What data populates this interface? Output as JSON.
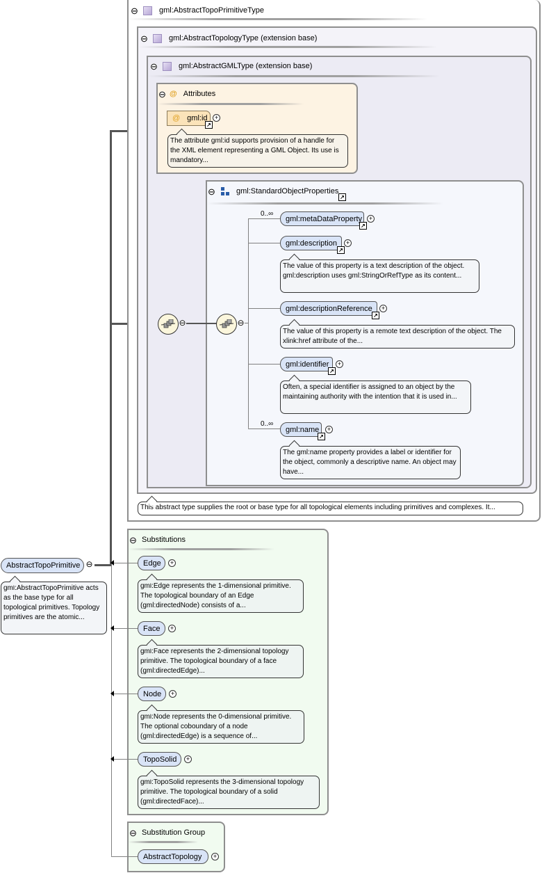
{
  "root_type": {
    "title": "gml:AbstractTopoPrimitiveType",
    "note": "This abstract type supplies the root or base type for all topological elements including primitives and complexes. It..."
  },
  "topology_type": {
    "title": "gml:AbstractTopologyType (extension base)"
  },
  "gml_type": {
    "title": "gml:AbstractGMLType (extension base)"
  },
  "attributes": {
    "title": "Attributes",
    "id_label": "gml:id",
    "id_note": "The attribute gml:id supports provision of a handle for the XML element representing a GML Object. Its use is mandatory..."
  },
  "standard_props": {
    "title": "gml:StandardObjectProperties",
    "items": [
      {
        "label": "gml:metaDataProperty",
        "cardinality": "0..∞",
        "note": ""
      },
      {
        "label": "gml:description",
        "cardinality": "",
        "note": "The value of this property is a text description of the object. gml:description uses gml:StringOrRefType as its content..."
      },
      {
        "label": "gml:descriptionReference",
        "cardinality": "",
        "note": "The value of this property is a remote text description of the object. The xlink:href attribute of the..."
      },
      {
        "label": "gml:identifier",
        "cardinality": "",
        "note": "Often, a special identifier is assigned to an object by the maintaining authority with the intention that it is used in..."
      },
      {
        "label": "gml:name",
        "cardinality": "0..∞",
        "note": "The gml:name property provides a label or identifier for the object, commonly a descriptive name. An object may have..."
      }
    ]
  },
  "main_element": {
    "label": "AbstractTopoPrimitive",
    "note": "gml:AbstractTopoPrimitive acts as the base type for all topological primitives. Topology primitives are the atomic..."
  },
  "substitutions": {
    "title": "Substitutions",
    "items": [
      {
        "label": "Edge",
        "note": "gml:Edge represents the 1-dimensional primitive. The topological boundary of an Edge (gml:directedNode) consists of a..."
      },
      {
        "label": "Face",
        "note": "gml:Face represents the 2-dimensional topology primitive. The topological boundary of a face (gml:directedEdge)..."
      },
      {
        "label": "Node",
        "note": "gml:Node represents the 0-dimensional primitive. The optional coboundary of a node (gml:directedEdge) is a sequence of..."
      },
      {
        "label": "TopoSolid",
        "note": "gml:TopoSolid represents the 3-dimensional topology primitive. The topological boundary of a solid (gml:directedFace)..."
      }
    ]
  },
  "substitution_group": {
    "title": "Substitution Group",
    "item": "AbstractTopology"
  },
  "icons": {
    "collapse": "⊖",
    "expand": "+",
    "attribute": "@"
  },
  "colors": {
    "type_bg": "#f4f3f9",
    "gml_bg": "#ecebf4",
    "attr_bg": "#fdf3e3",
    "props_bg": "#f5f7fc",
    "subst_bg": "#f1fbf0",
    "pill_bg": "#d9e4f7"
  }
}
